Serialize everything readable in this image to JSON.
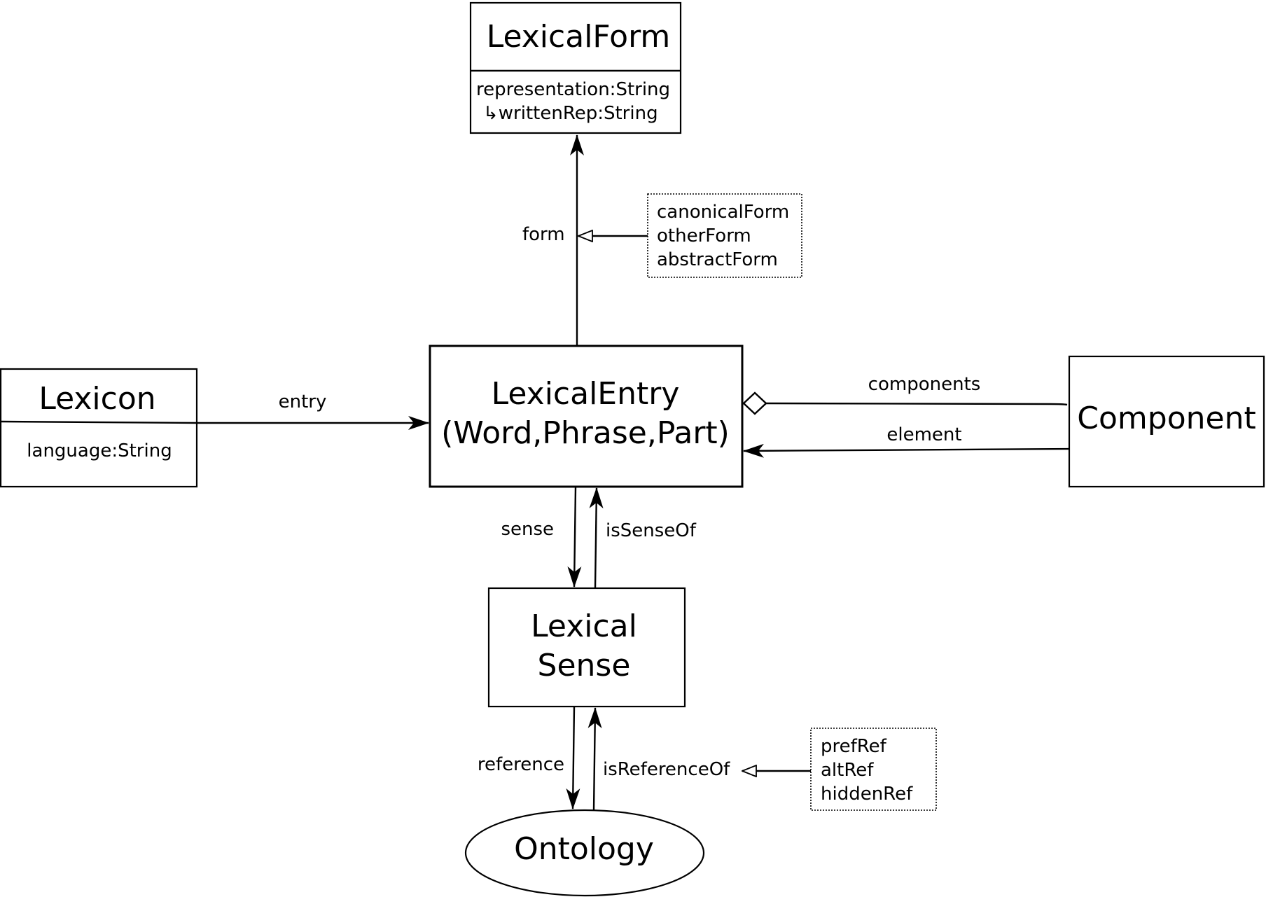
{
  "classes": {
    "lexical_form": {
      "name": "LexicalForm",
      "attributes": [
        "representation:String",
        "↳writtenRep:String"
      ]
    },
    "lexicon": {
      "name": "Lexicon",
      "attributes": [
        "language:String"
      ]
    },
    "lexical_entry": {
      "name_line1": "LexicalEntry",
      "name_line2": "(Word,Phrase,Part)"
    },
    "component": {
      "name": "Component"
    },
    "lexical_sense": {
      "name_line1": "Lexical",
      "name_line2": "Sense"
    },
    "ontology": {
      "name": "Ontology"
    }
  },
  "relations": {
    "form": "form",
    "entry": "entry",
    "components": "components",
    "element": "element",
    "sense": "sense",
    "is_sense_of": "isSenseOf",
    "reference": "reference",
    "is_reference_of": "isReferenceOf"
  },
  "notes": {
    "form_subproperties": [
      "canonicalForm",
      "otherForm",
      "abstractForm"
    ],
    "reference_subproperties": [
      "prefRef",
      "altRef",
      "hiddenRef"
    ]
  }
}
